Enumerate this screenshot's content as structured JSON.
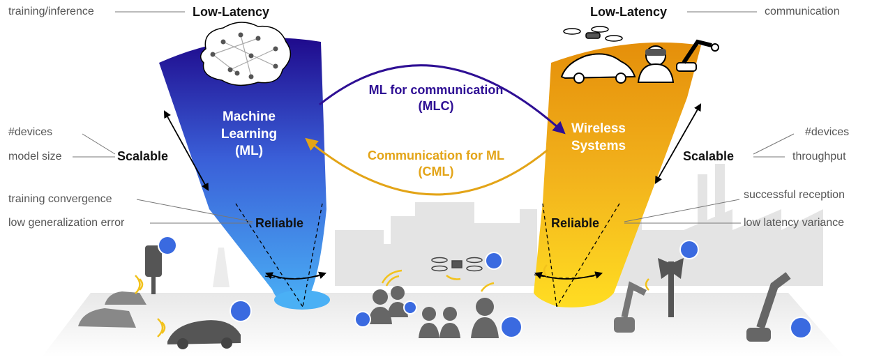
{
  "colors": {
    "ml_cone_top": "#1f0a8c",
    "ml_cone_bottom": "#4ab0f5",
    "ws_cone_top": "#e58f0a",
    "ws_cone_bottom": "#ffdd22",
    "mlc_arrow": "#2e0f94",
    "cml_arrow": "#e3a417",
    "background_city": "#e2e2e2",
    "silhouette": "#6a6a6a"
  },
  "icons": [
    "neural-network-icon",
    "traffic-light-icon",
    "car-icon",
    "drone-icon",
    "person-icon",
    "robot-arm-icon",
    "wind-turbine-icon",
    "traffic-cone-icon",
    "signal-waves-icon",
    "factory-chimney-icon",
    "vr-headset-icon"
  ],
  "left": {
    "top_label": "training/inference",
    "top_bold": "Low-Latency",
    "scal_1": "#devices",
    "scal_2": "model size",
    "scal_bold": "Scalable",
    "rel_1": "training convergence",
    "rel_2": "low generalization error",
    "rel_bold": "Reliable",
    "cone_line1": "Machine",
    "cone_line2": "Learning",
    "cone_line3": "(ML)"
  },
  "right": {
    "top_bold": "Low-Latency",
    "top_label": "communication",
    "scal_1": "#devices",
    "scal_2": "throughput",
    "scal_bold": "Scalable",
    "rel_1": "successful reception",
    "rel_2": "low latency variance",
    "rel_bold": "Reliable",
    "cone_line1": "Wireless",
    "cone_line2": "Systems"
  },
  "center": {
    "mlc_line1": "ML for communication",
    "mlc_line2": "(MLC)",
    "cml_line1": "Communication for ML",
    "cml_line2": "(CML)"
  }
}
